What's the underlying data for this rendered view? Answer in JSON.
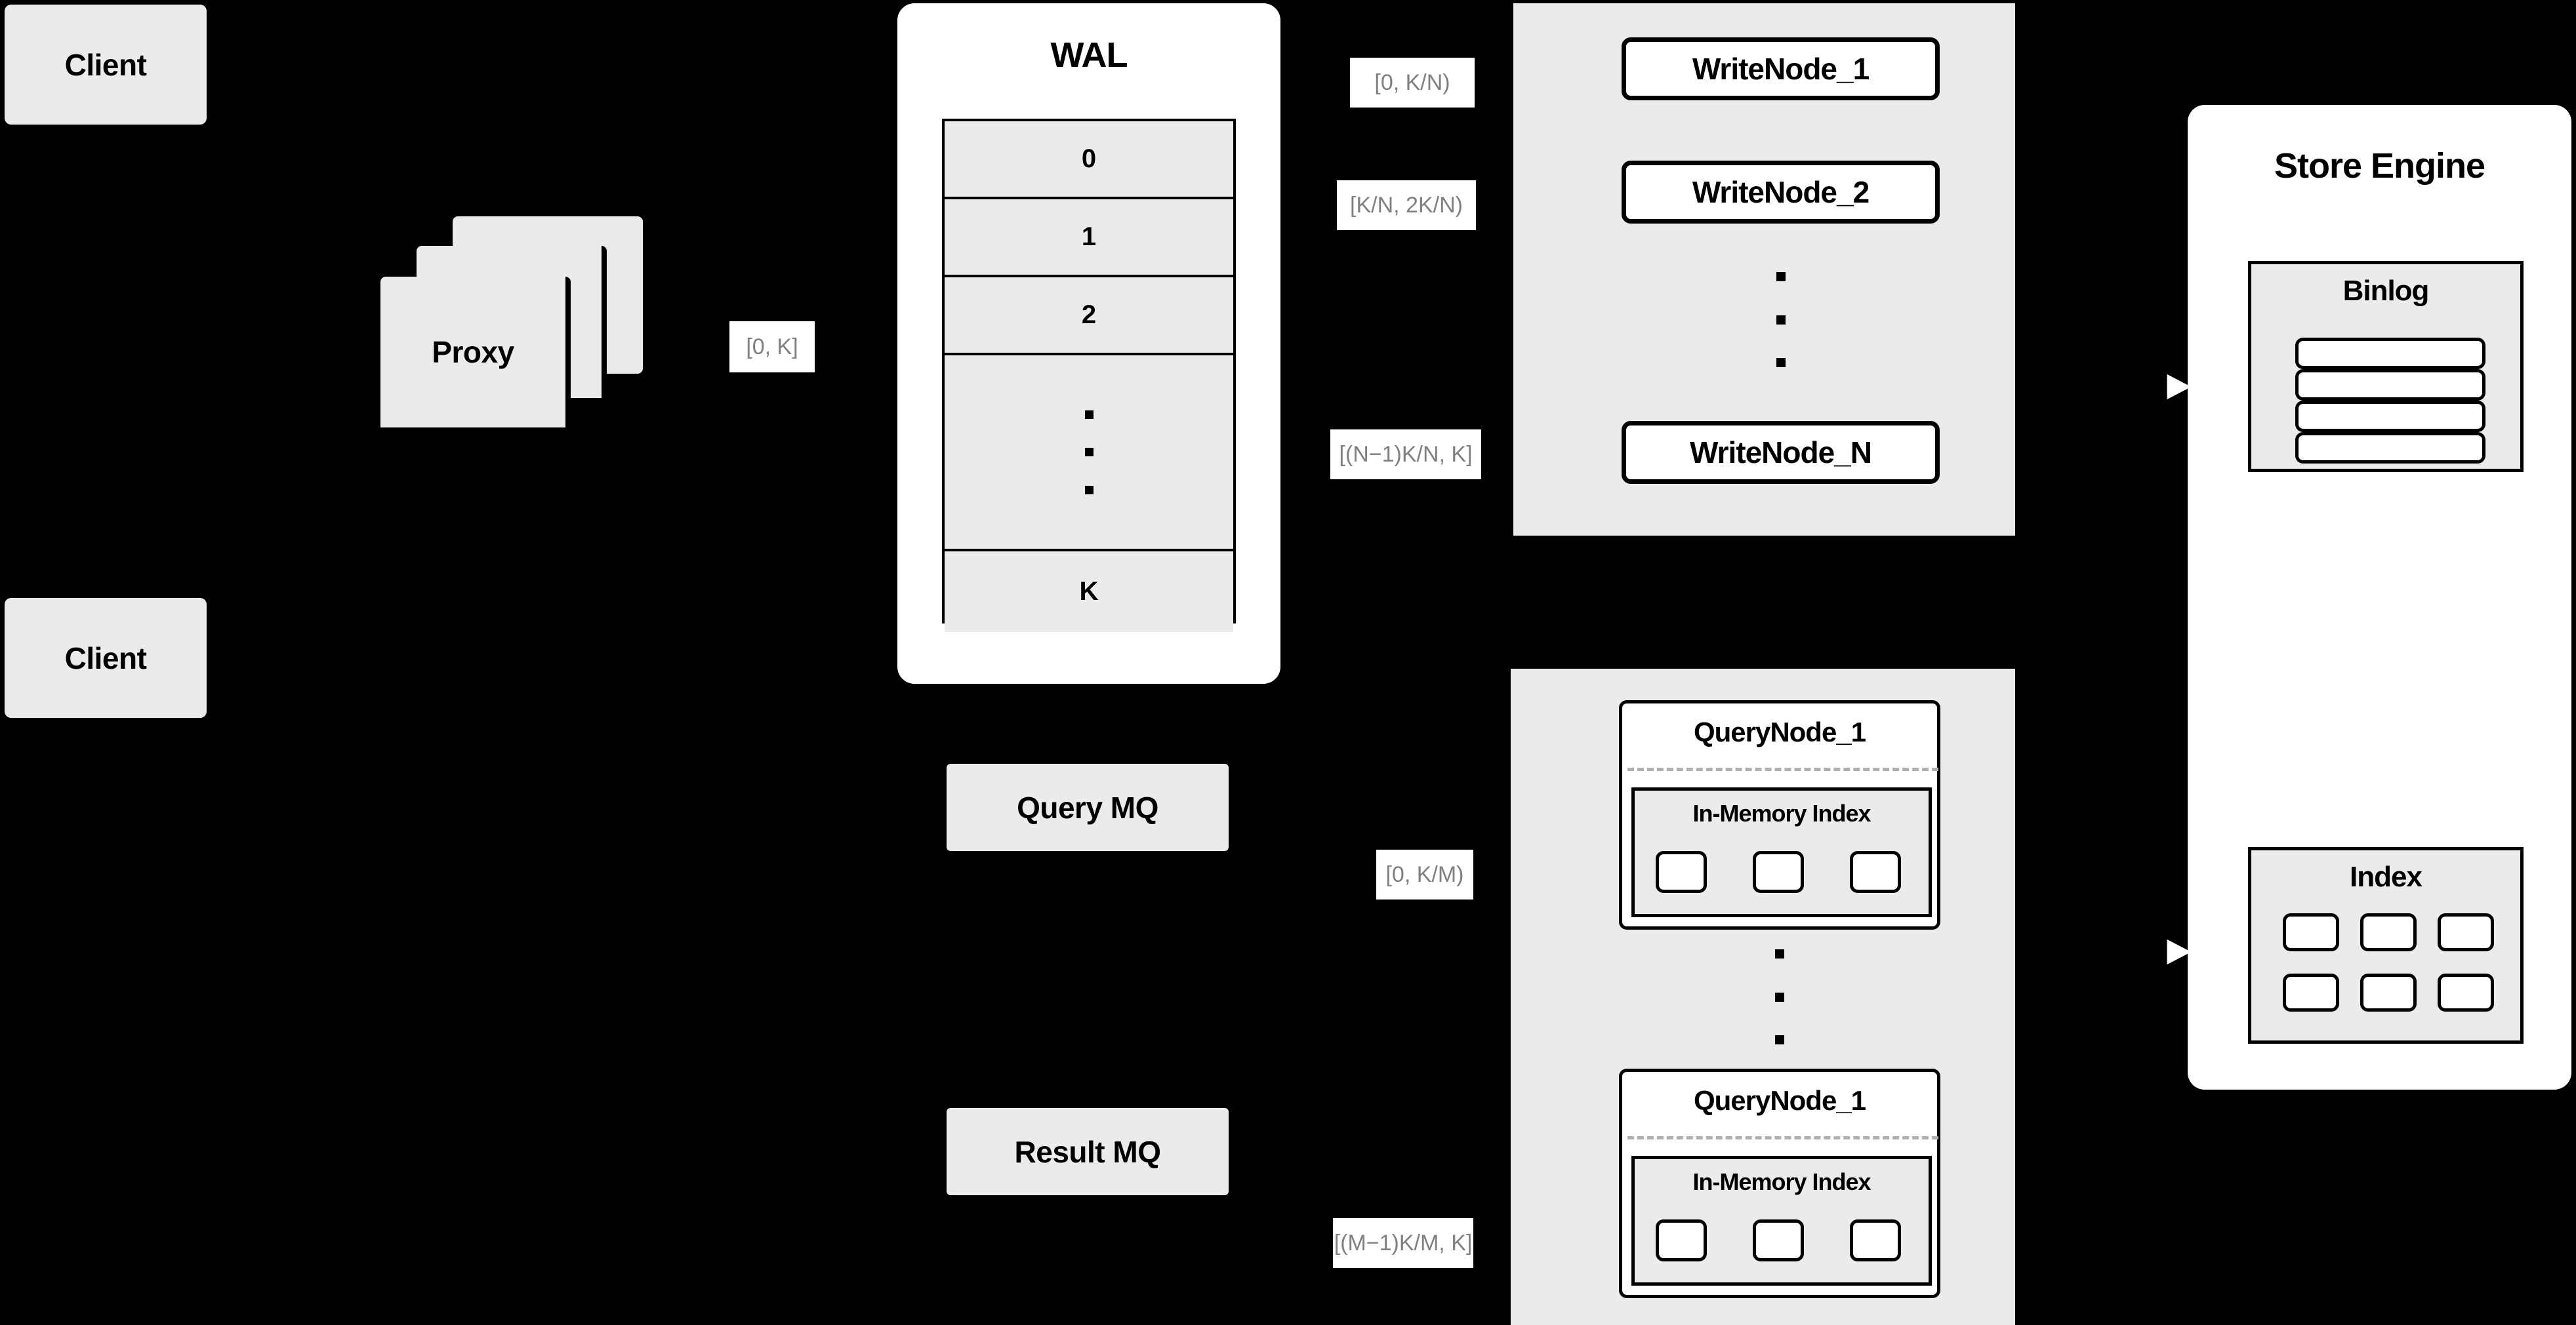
{
  "diagram": {
    "title": "Distributed Write/Query Architecture",
    "background_color": "#000000",
    "node_fill": "#ebebeb",
    "panel_fill": "#ffffff",
    "stroke_color": "#000000",
    "label_text_color": "#808080",
    "dashed_color": "#b0b0b0"
  },
  "clients": [
    {
      "label": "Client"
    },
    {
      "label": "Client"
    }
  ],
  "proxy": {
    "label": "Proxy",
    "stack_count": 3
  },
  "wal": {
    "title": "WAL",
    "entries": [
      "0",
      "1",
      "2",
      "⋮",
      "K"
    ],
    "ellipsis_dots": 3
  },
  "edge_labels": {
    "proxy_to_wal": "[0, K]",
    "wal_to_writenode_1": "[0,  K/N)",
    "wal_to_writenode_2": "[K/N, 2K/N)",
    "wal_to_writenode_n": "[(N−1)K/N,  K]",
    "mq_to_querynode_1": "[0, K/M)",
    "mq_to_querynode_m": "[(M−1)K/M, K]"
  },
  "write_cluster": {
    "nodes": [
      {
        "label": "WriteNode_1"
      },
      {
        "label": "WriteNode_2"
      },
      {
        "label": "WriteNode_N"
      }
    ],
    "ellipsis_dots": 3
  },
  "message_queues": [
    {
      "label": "Query MQ"
    },
    {
      "label": "Result MQ"
    }
  ],
  "query_cluster": {
    "nodes": [
      {
        "title": "QueryNode_1",
        "index": {
          "title": "In-Memory Index",
          "cell_count": 3
        }
      },
      {
        "title": "QueryNode_1",
        "index": {
          "title": "In-Memory Index",
          "cell_count": 3
        }
      }
    ],
    "ellipsis_dots": 3
  },
  "store_engine": {
    "title": "Store Engine",
    "binlog": {
      "title": "Binlog",
      "row_count": 4
    },
    "index": {
      "title": "Index",
      "rows": 2,
      "cols": 3,
      "cell_count": 6
    }
  }
}
